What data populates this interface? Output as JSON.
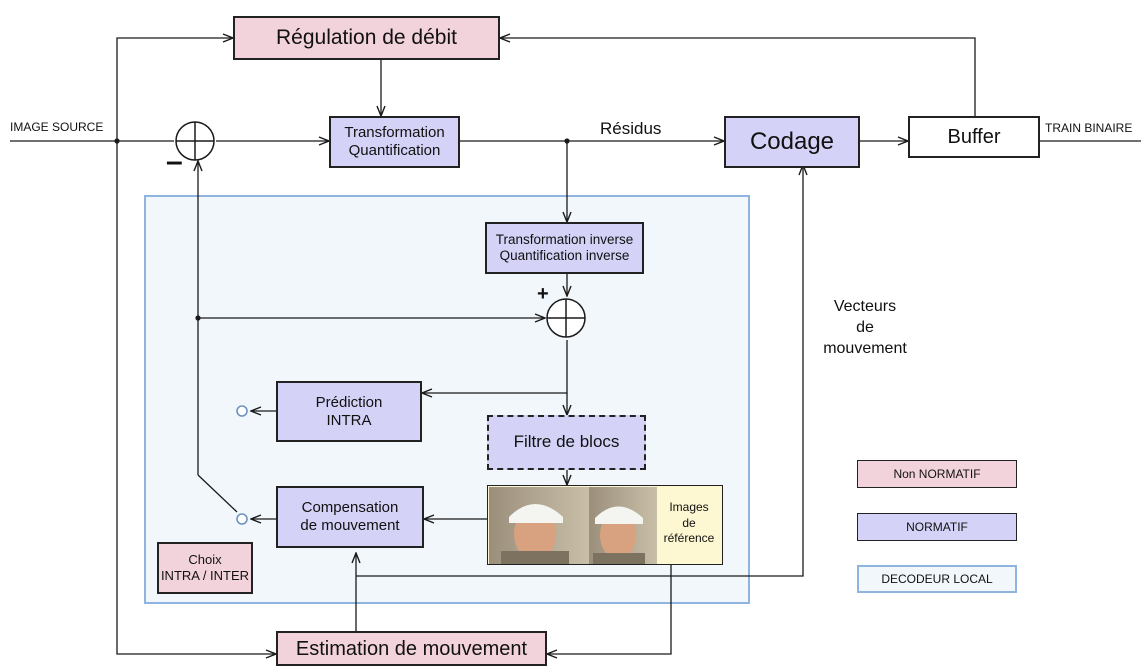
{
  "colors": {
    "non_normatif": "#f2d3dc",
    "normatif": "#d4d2f6",
    "decodeur_local_fill": "#f2f7fc",
    "decodeur_local_border": "#8fb4df",
    "image_ref_bg": "#fdf8d2",
    "line": "#1a1a1a"
  },
  "nodes": {
    "regulation": "Régulation de débit",
    "transformation": "Transformation\nQuantification",
    "codage": "Codage",
    "buffer": "Buffer",
    "transformation_inverse": "Transformation inverse\nQuantification inverse",
    "prediction_intra": "Prédiction\nINTRA",
    "filtre_blocs": "Filtre de blocs",
    "compensation": "Compensation\nde mouvement",
    "images_reference": "Images\nde\nréférence",
    "choix": "Choix\nINTRA / INTER",
    "estimation": "Estimation de mouvement"
  },
  "labels": {
    "image_source": "IMAGE SOURCE",
    "train_binaire": "TRAIN BINAIRE",
    "residus": "Résidus",
    "vecteurs": "Vecteurs\nde\nmouvement",
    "minus": "–",
    "plus": "+"
  },
  "legend": {
    "non_normatif": "Non NORMATIF",
    "normatif": "NORMATIF",
    "decodeur_local": "DECODEUR LOCAL"
  }
}
